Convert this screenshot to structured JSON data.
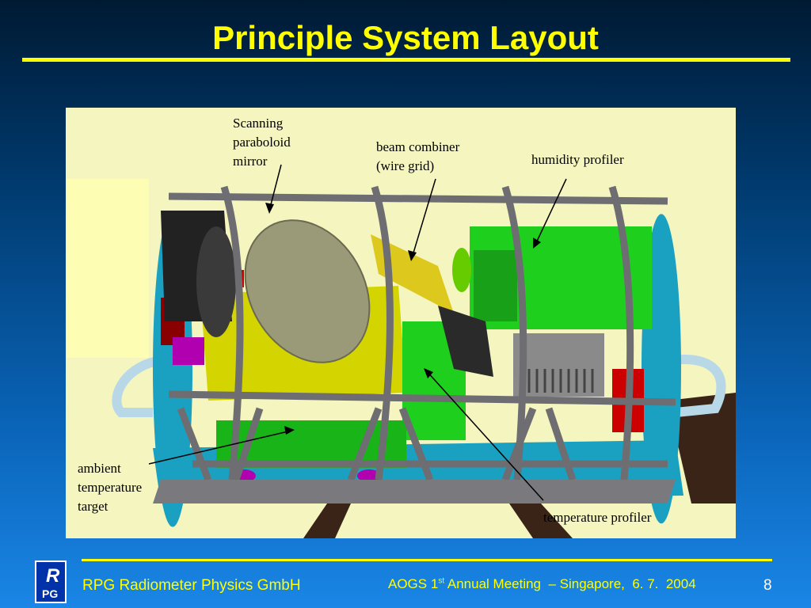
{
  "slide": {
    "title": "Principle System Layout",
    "page_number": "8"
  },
  "diagram": {
    "labels": {
      "mirror_line1": "Scanning",
      "mirror_line2": "paraboloid",
      "mirror_line3": "mirror",
      "combiner_line1": "beam combiner",
      "combiner_line2": "(wire grid)",
      "humidity": "humidity profiler",
      "ambient_line1": "ambient",
      "ambient_line2": "temperature",
      "ambient_line3": "target",
      "temperature": "temperature profiler"
    },
    "colors": {
      "panel_bg": "#f5f5c0",
      "frame": "#6e6e72",
      "cyan": "#1aa0c0",
      "yellow_box": "#d4d400",
      "green": "#1ecf1e",
      "red": "#cc0000",
      "magenta": "#b000b0",
      "mirror": "#9a9a78"
    }
  },
  "footer": {
    "logo_text_top": "R",
    "logo_text_bottom": "PG",
    "company": "RPG Radiometer Physics GmbH",
    "meeting_prefix": "AOGS 1",
    "meeting_sup": "st",
    "meeting_suffix": " Annual Meeting  – Singapore,  6. 7.  2004"
  }
}
